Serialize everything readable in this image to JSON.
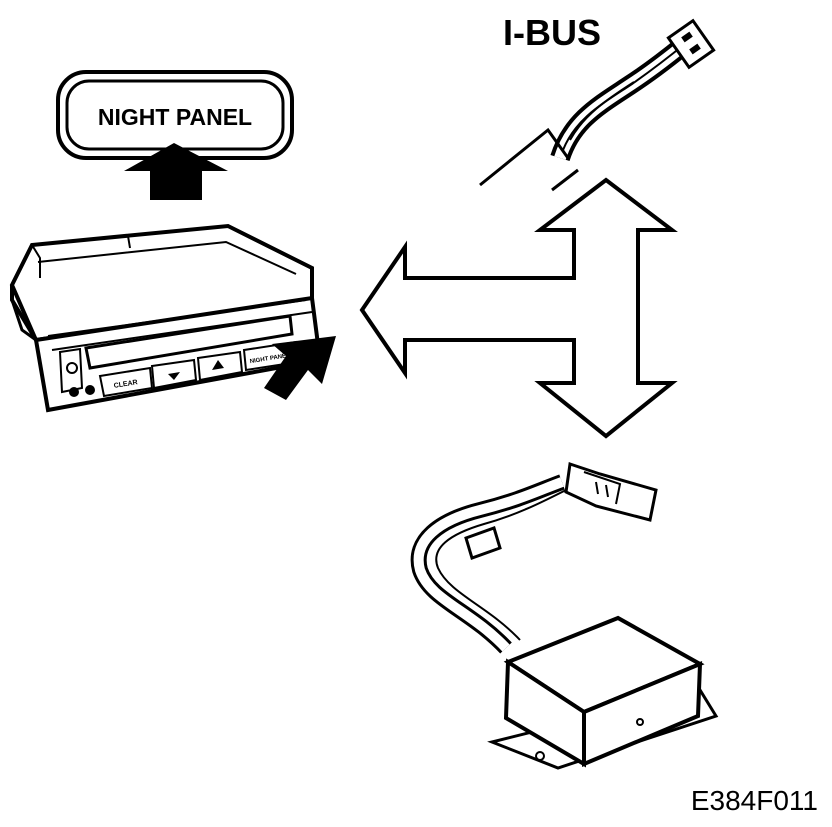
{
  "labels": {
    "ibus": "I-BUS",
    "night_panel": "NIGHT PANEL",
    "figure_code": "E384F011",
    "clear_button": "CLEAR",
    "night_panel_button": "NIGHT PANEL"
  },
  "colors": {
    "ink": "#000000",
    "paper": "#ffffff"
  }
}
